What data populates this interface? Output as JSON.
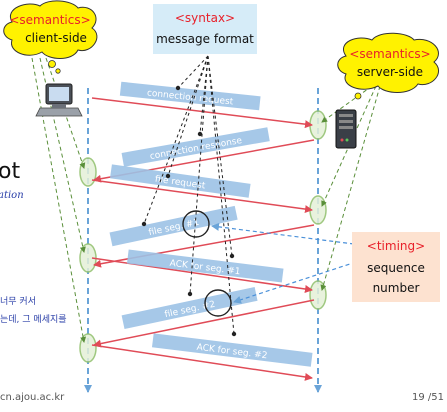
{
  "syntax": {
    "tag": "<syntax>",
    "title": "message format"
  },
  "semantics_client": {
    "tag": "<semantics>",
    "title": "client-side"
  },
  "semantics_server": {
    "tag": "<semantics>",
    "title": "server-side"
  },
  "timing": {
    "tag": "<timing>",
    "line1": "sequence",
    "line2": "number"
  },
  "messages": [
    {
      "label": "connection request"
    },
    {
      "label": "connection response"
    },
    {
      "label": "file request"
    },
    {
      "label": "file seg. #1"
    },
    {
      "label": "ACK for seg. #1"
    },
    {
      "label": "file seg. #2"
    },
    {
      "label": "ACK for seg. #2"
    }
  ],
  "left_partial": {
    "word": "ot",
    "sub": "ation"
  },
  "korean_note": {
    "line1": "너무 커서",
    "line2": "는데, 그 메세지를"
  },
  "footer": {
    "site": "cn.ajou.ac.kr",
    "page": "19 /51"
  },
  "colors": {
    "bubble_fill": "#fff200",
    "semantics_red": "#e8202a",
    "syntax_box": "#d6ecf8",
    "timing_box": "#fde2d0",
    "arrow_red": "#e04b57",
    "timeline_blue": "#6aa4d8",
    "label_bg": "#9cc2e6"
  }
}
